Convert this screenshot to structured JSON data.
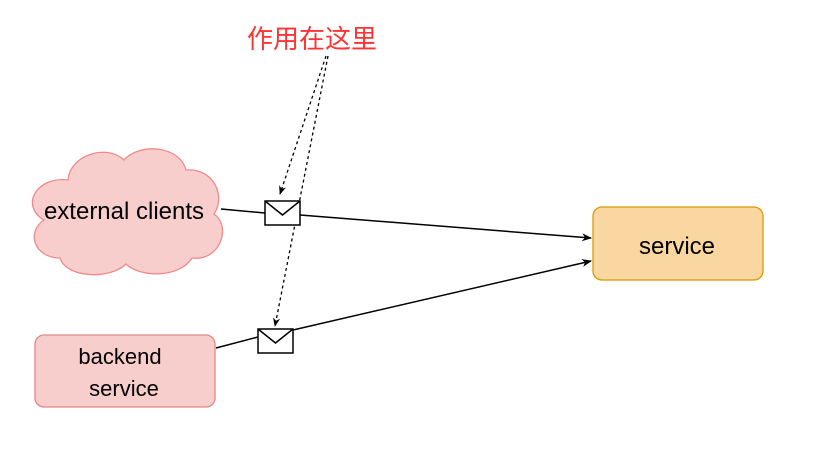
{
  "annotation": {
    "text": "作用在这里",
    "color": "#ff3333"
  },
  "nodes": {
    "external_clients": {
      "label": "external clients",
      "fill": "#f8cecc",
      "stroke": "#f08a8a"
    },
    "backend_service": {
      "label_line1": "backend",
      "label_line2": "service",
      "fill": "#f8cecc",
      "stroke": "#e3868a"
    },
    "service": {
      "label": "service",
      "fill": "#fad7a0",
      "stroke": "#d79b00"
    }
  },
  "icons": {
    "message": "envelope-icon"
  }
}
